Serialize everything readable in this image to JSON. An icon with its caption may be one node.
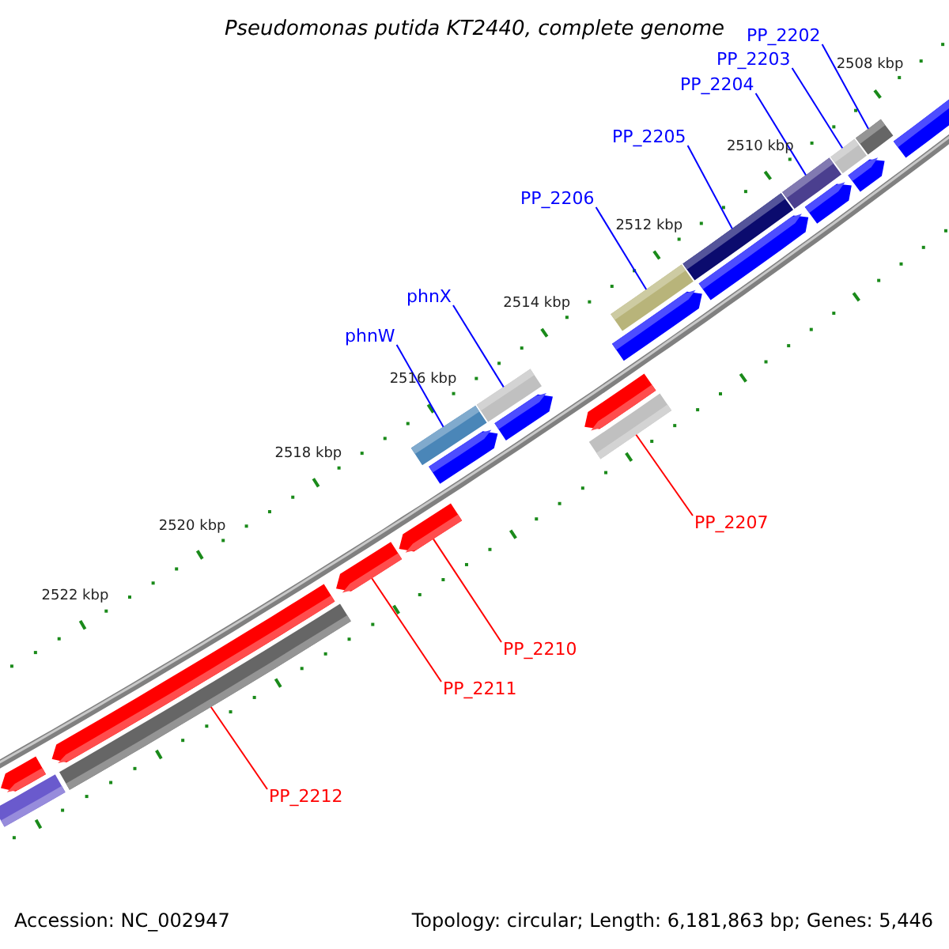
{
  "diagram": {
    "title": "Pseudomonas putida KT2440, complete genome",
    "nodes": [
      {
        "text": [
          "PP_2202"
        ]
      },
      {
        "text": [
          "PP_2203"
        ]
      },
      {
        "text": [
          "PP_2204"
        ]
      },
      {
        "text": [
          "PP_2205"
        ]
      },
      {
        "text": [
          "PP_2206"
        ]
      },
      {
        "text": [
          "phnX"
        ]
      },
      {
        "text": [
          "phnW"
        ]
      },
      {
        "text": [
          "PP_2207"
        ]
      },
      {
        "text": [
          "PP_2210"
        ]
      },
      {
        "text": [
          "PP_2211"
        ]
      },
      {
        "text": [
          "PP_2212"
        ]
      },
      {
        "text": [],
        "shape": "bar"
      },
      {
        "text": [],
        "shape": "bar"
      },
      {
        "text": [],
        "shape": "bar"
      },
      {
        "text": [],
        "shape": "bar"
      },
      {
        "text": [],
        "shape": "bar"
      },
      {
        "text": [],
        "shape": "bar"
      },
      {
        "text": [],
        "shape": "bar"
      },
      {
        "text": [],
        "shape": "bar"
      },
      {
        "text": [],
        "shape": "bar"
      },
      {
        "text": [],
        "shape": "bar"
      },
      {
        "text": [],
        "shape": "bar"
      },
      {
        "text": [],
        "shape": "bar"
      },
      {
        "text": [],
        "shape": "bar"
      },
      {
        "text": [],
        "shape": "bar"
      },
      {
        "text": [],
        "shape": "bar"
      },
      {
        "text": [],
        "shape": "bar"
      },
      {
        "text": [],
        "shape": "bar"
      },
      {
        "text": [],
        "shape": "bar"
      },
      {
        "text": [],
        "shape": "bar"
      },
      {
        "text": [],
        "shape": "bar"
      },
      {
        "text": [],
        "shape": "bar"
      },
      {
        "text": [],
        "shape": "bar"
      }
    ],
    "edges": [
      {
        "from": 0,
        "to": 11,
        "arrow": "none"
      },
      {
        "from": 1,
        "to": 12,
        "arrow": "none"
      },
      {
        "from": 2,
        "to": 13,
        "arrow": "none"
      },
      {
        "from": 3,
        "to": 14,
        "arrow": "none"
      },
      {
        "from": 4,
        "to": 15,
        "arrow": "none"
      },
      {
        "from": 5,
        "to": 16,
        "arrow": "none"
      },
      {
        "from": 6,
        "to": 17,
        "arrow": "none"
      },
      {
        "from": 7,
        "to": 18,
        "arrow": "none",
        "color": "#ff0000"
      },
      {
        "from": 8,
        "to": 19,
        "arrow": "none",
        "color": "#ff0000"
      },
      {
        "from": 9,
        "to": 20,
        "arrow": "none",
        "color": "#ff0000"
      },
      {
        "from": 10,
        "to": 21,
        "arrow": "none",
        "color": "#ff0000"
      }
    ],
    "labels": [
      "2508 kbp",
      "2510 kbp",
      "2512 kbp",
      "2514 kbp",
      "2516 kbp",
      "2518 kbp",
      "2520 kbp",
      "2522 kbp",
      "Accession: NC_002947",
      "Topology: circular; Length: 6,181,863 bp; Genes: 5,446"
    ]
  }
}
